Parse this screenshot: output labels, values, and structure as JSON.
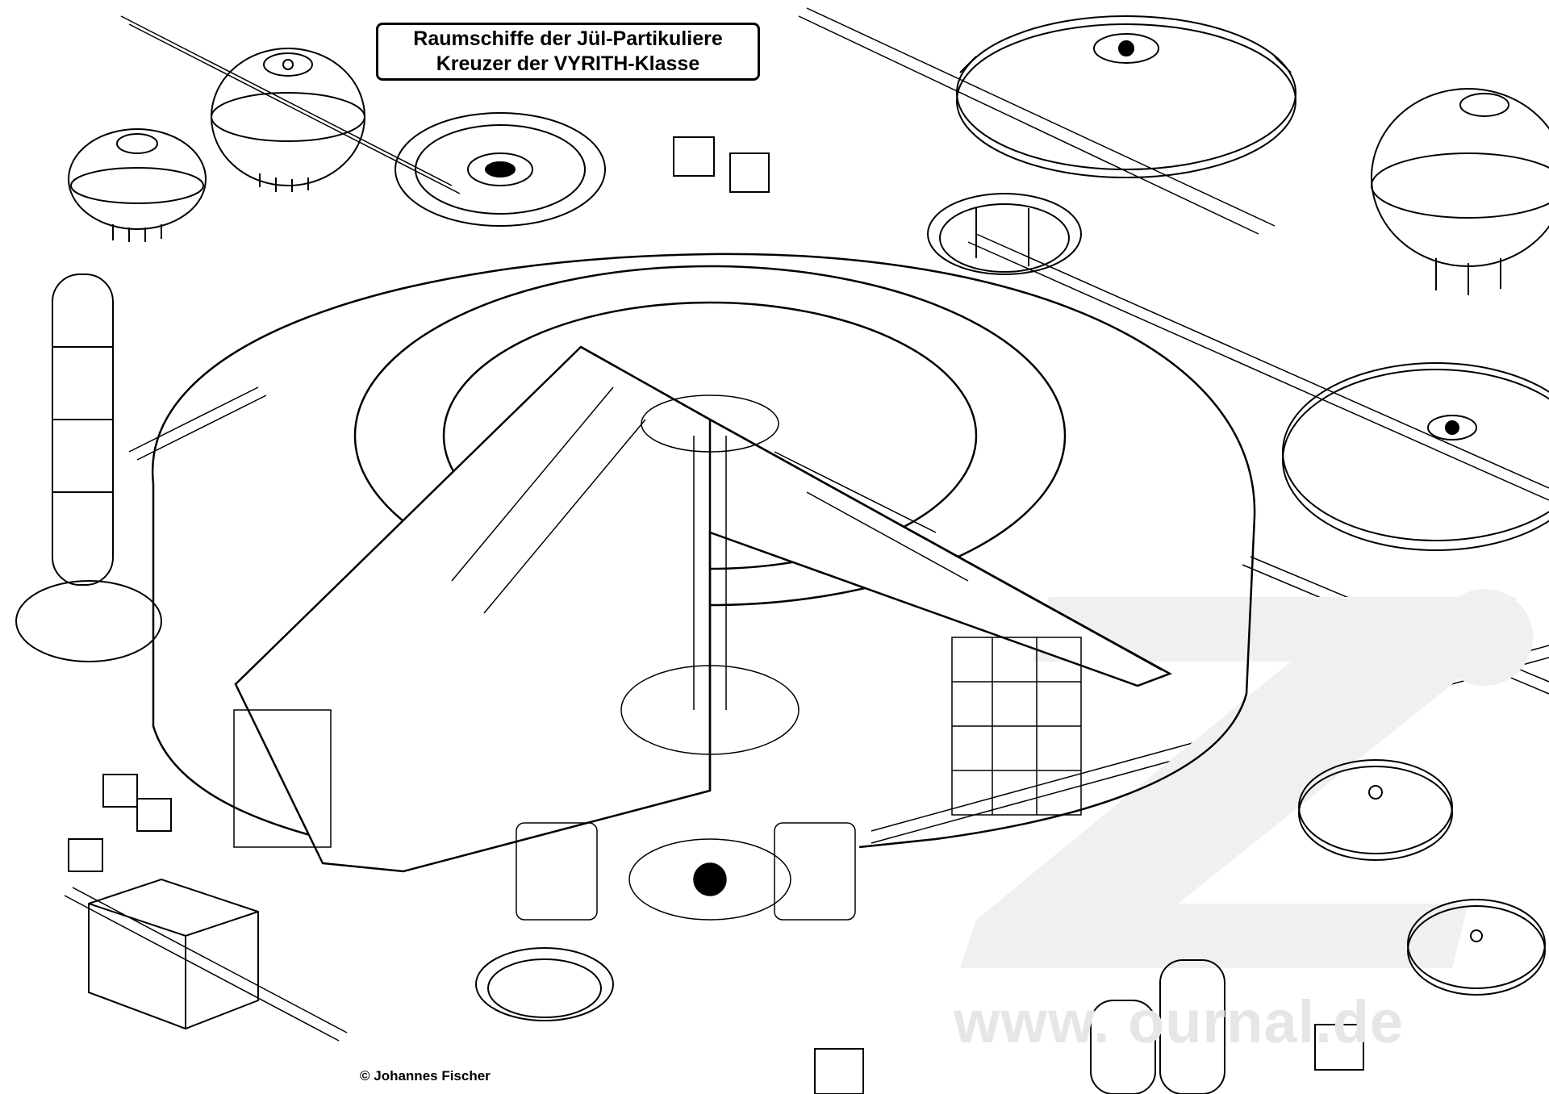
{
  "title": {
    "line1": "Raumschiffe der Jül-Partikuliere",
    "line2": "Kreuzer der VYRITH-Klasse"
  },
  "credit": "© Johannes Fischer",
  "watermark": {
    "text": "www.  ournal.de",
    "color": "#e6e6e6"
  },
  "colors": {
    "ink": "#000000",
    "paper": "#ffffff",
    "watermark": "#e6e6e6"
  }
}
